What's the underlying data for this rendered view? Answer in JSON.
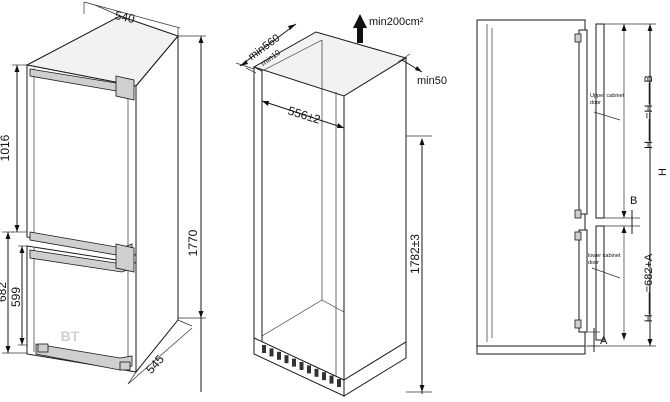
{
  "left_view": {
    "width": "540",
    "upper_height": "1016",
    "total_height": "1770",
    "lower_height_a": "682",
    "lower_height_b": "599",
    "depth": "545"
  },
  "middle_view": {
    "depth_min": "min560",
    "offset_min": "min10",
    "vent_area": "min200cm²",
    "side_gap": "min50",
    "inner_width": "556±2",
    "inner_height": "1782±3"
  },
  "right_view": {
    "upper_door_label_line1": "Upper cabinet",
    "upper_door_label_line2": "door",
    "lower_door_label_line1": "lower cabinet",
    "lower_door_label_line2": "door",
    "upper_formula": "H——=H——B",
    "mid_gap": "B",
    "overall": "H",
    "lower_formula": "H——=682+A",
    "bottom_gap": "A"
  },
  "watermark": "BT"
}
